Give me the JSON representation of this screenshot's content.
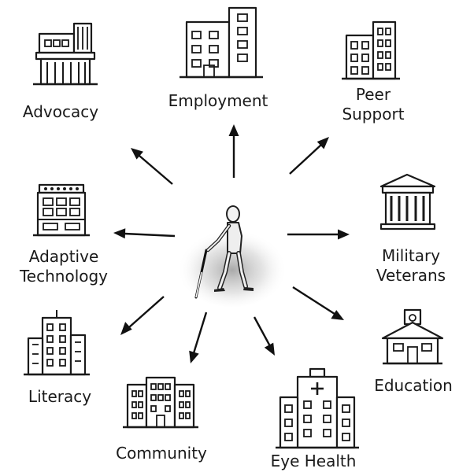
{
  "center": {
    "icon": "person-with-white-cane-icon"
  },
  "nodes": [
    {
      "id": "employment",
      "label": "Employment",
      "icon": "office-building-icon"
    },
    {
      "id": "peer-support",
      "label_lines": [
        "Peer",
        "Support"
      ],
      "icon": "apartment-building-icon"
    },
    {
      "id": "military-veterans",
      "label_lines": [
        "Military",
        "Veterans"
      ],
      "icon": "government-building-icon"
    },
    {
      "id": "education",
      "label": "Education",
      "icon": "schoolhouse-icon"
    },
    {
      "id": "eye-health",
      "label": "Eye Health",
      "icon": "hospital-icon"
    },
    {
      "id": "community",
      "label": "Community",
      "icon": "apartment-complex-icon"
    },
    {
      "id": "literacy",
      "label": "Literacy",
      "icon": "tower-building-icon"
    },
    {
      "id": "adaptive-technology",
      "label_lines": [
        "Adaptive",
        "Technology"
      ],
      "icon": "storefront-building-icon"
    },
    {
      "id": "advocacy",
      "label": "Advocacy",
      "icon": "civic-building-icon"
    }
  ]
}
